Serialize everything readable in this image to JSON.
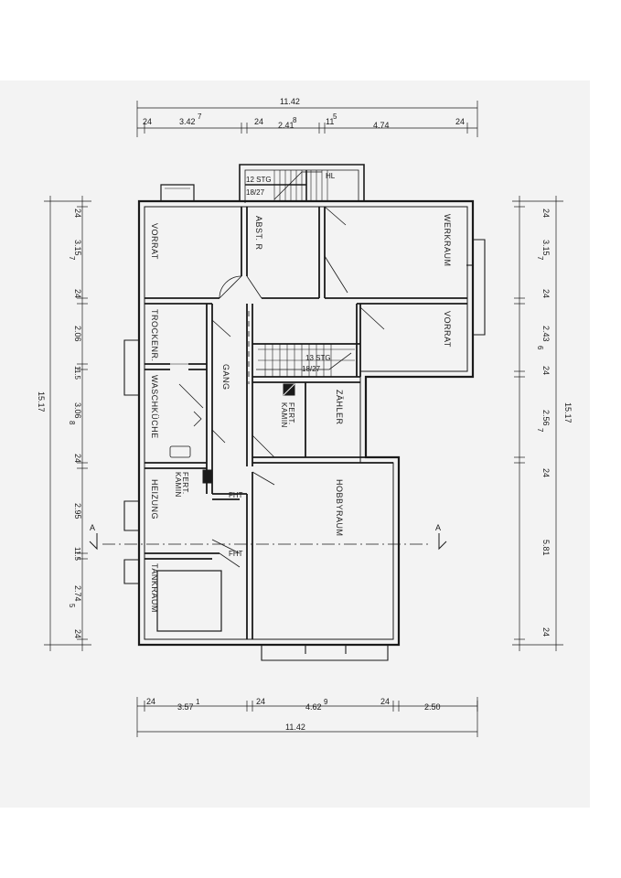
{
  "plan": {
    "rooms": {
      "vorrat_left": "VORRAT",
      "abst_r": "ABST. R",
      "werkraum": "WERKRAUM",
      "vorrat_right": "VORRAT",
      "trockenr": "TROCKENR.",
      "waschkueche": "WASCHKÜCHE",
      "gang": "GANG",
      "fert_kamin_1": "FERT.",
      "kamin_1": "KAMIN",
      "zaehler": "ZÄHLER",
      "fert_kamin_2": "FERT.",
      "kamin_2": "KAMIN",
      "heizung": "HEIZUNG",
      "hobbyraum": "HOBBYRAUM",
      "tankraum": "TANKRAUM"
    },
    "stairs": {
      "upper_label_1": "12 STG",
      "upper_label_2": "18/27",
      "hl": "HL",
      "lower_label_1": "13 STG",
      "lower_label_2": "18/27"
    },
    "doors": {
      "fht_1": "FHT",
      "fht_2": "FHT"
    },
    "section": {
      "marker_left": "A",
      "marker_right": "A"
    },
    "dims_top": {
      "overall": "11.42",
      "seg1": "24",
      "seg2": "3.42",
      "seg2_sup": "7",
      "seg3": "24",
      "seg4": "2.41",
      "seg4_sup": "8",
      "seg5": "11",
      "seg5_sup": "5",
      "seg6": "4.74",
      "seg7": "24"
    },
    "dims_bottom": {
      "overall": "11.42",
      "seg1": "24",
      "seg2": "3.57",
      "seg2_sup": "1",
      "seg3": "24",
      "seg4": "4.62",
      "seg4_sup": "9",
      "seg5": "24",
      "seg6": "2.50"
    },
    "dims_left": {
      "overall": "15.17",
      "s1": "24",
      "s2": "3.15",
      "s2_sup": "7",
      "s3": "24",
      "s4": "2.06",
      "s5": "11.5",
      "s6": "3.06",
      "s6_sup": "8",
      "s7": "24",
      "s8": "2.95",
      "s9": "11.5",
      "s10": "2.74",
      "s10_sup": "5",
      "s11": "24"
    },
    "dims_right": {
      "overall": "15.17",
      "s1": "24",
      "s2": "3.15",
      "s2_sup": "7",
      "s3": "24",
      "s4": "2.43",
      "s4_sup": "6",
      "s5": "24",
      "s6": "2.56",
      "s6_sup": "7",
      "s7": "24",
      "s8": "5.81",
      "s9": "24"
    }
  }
}
